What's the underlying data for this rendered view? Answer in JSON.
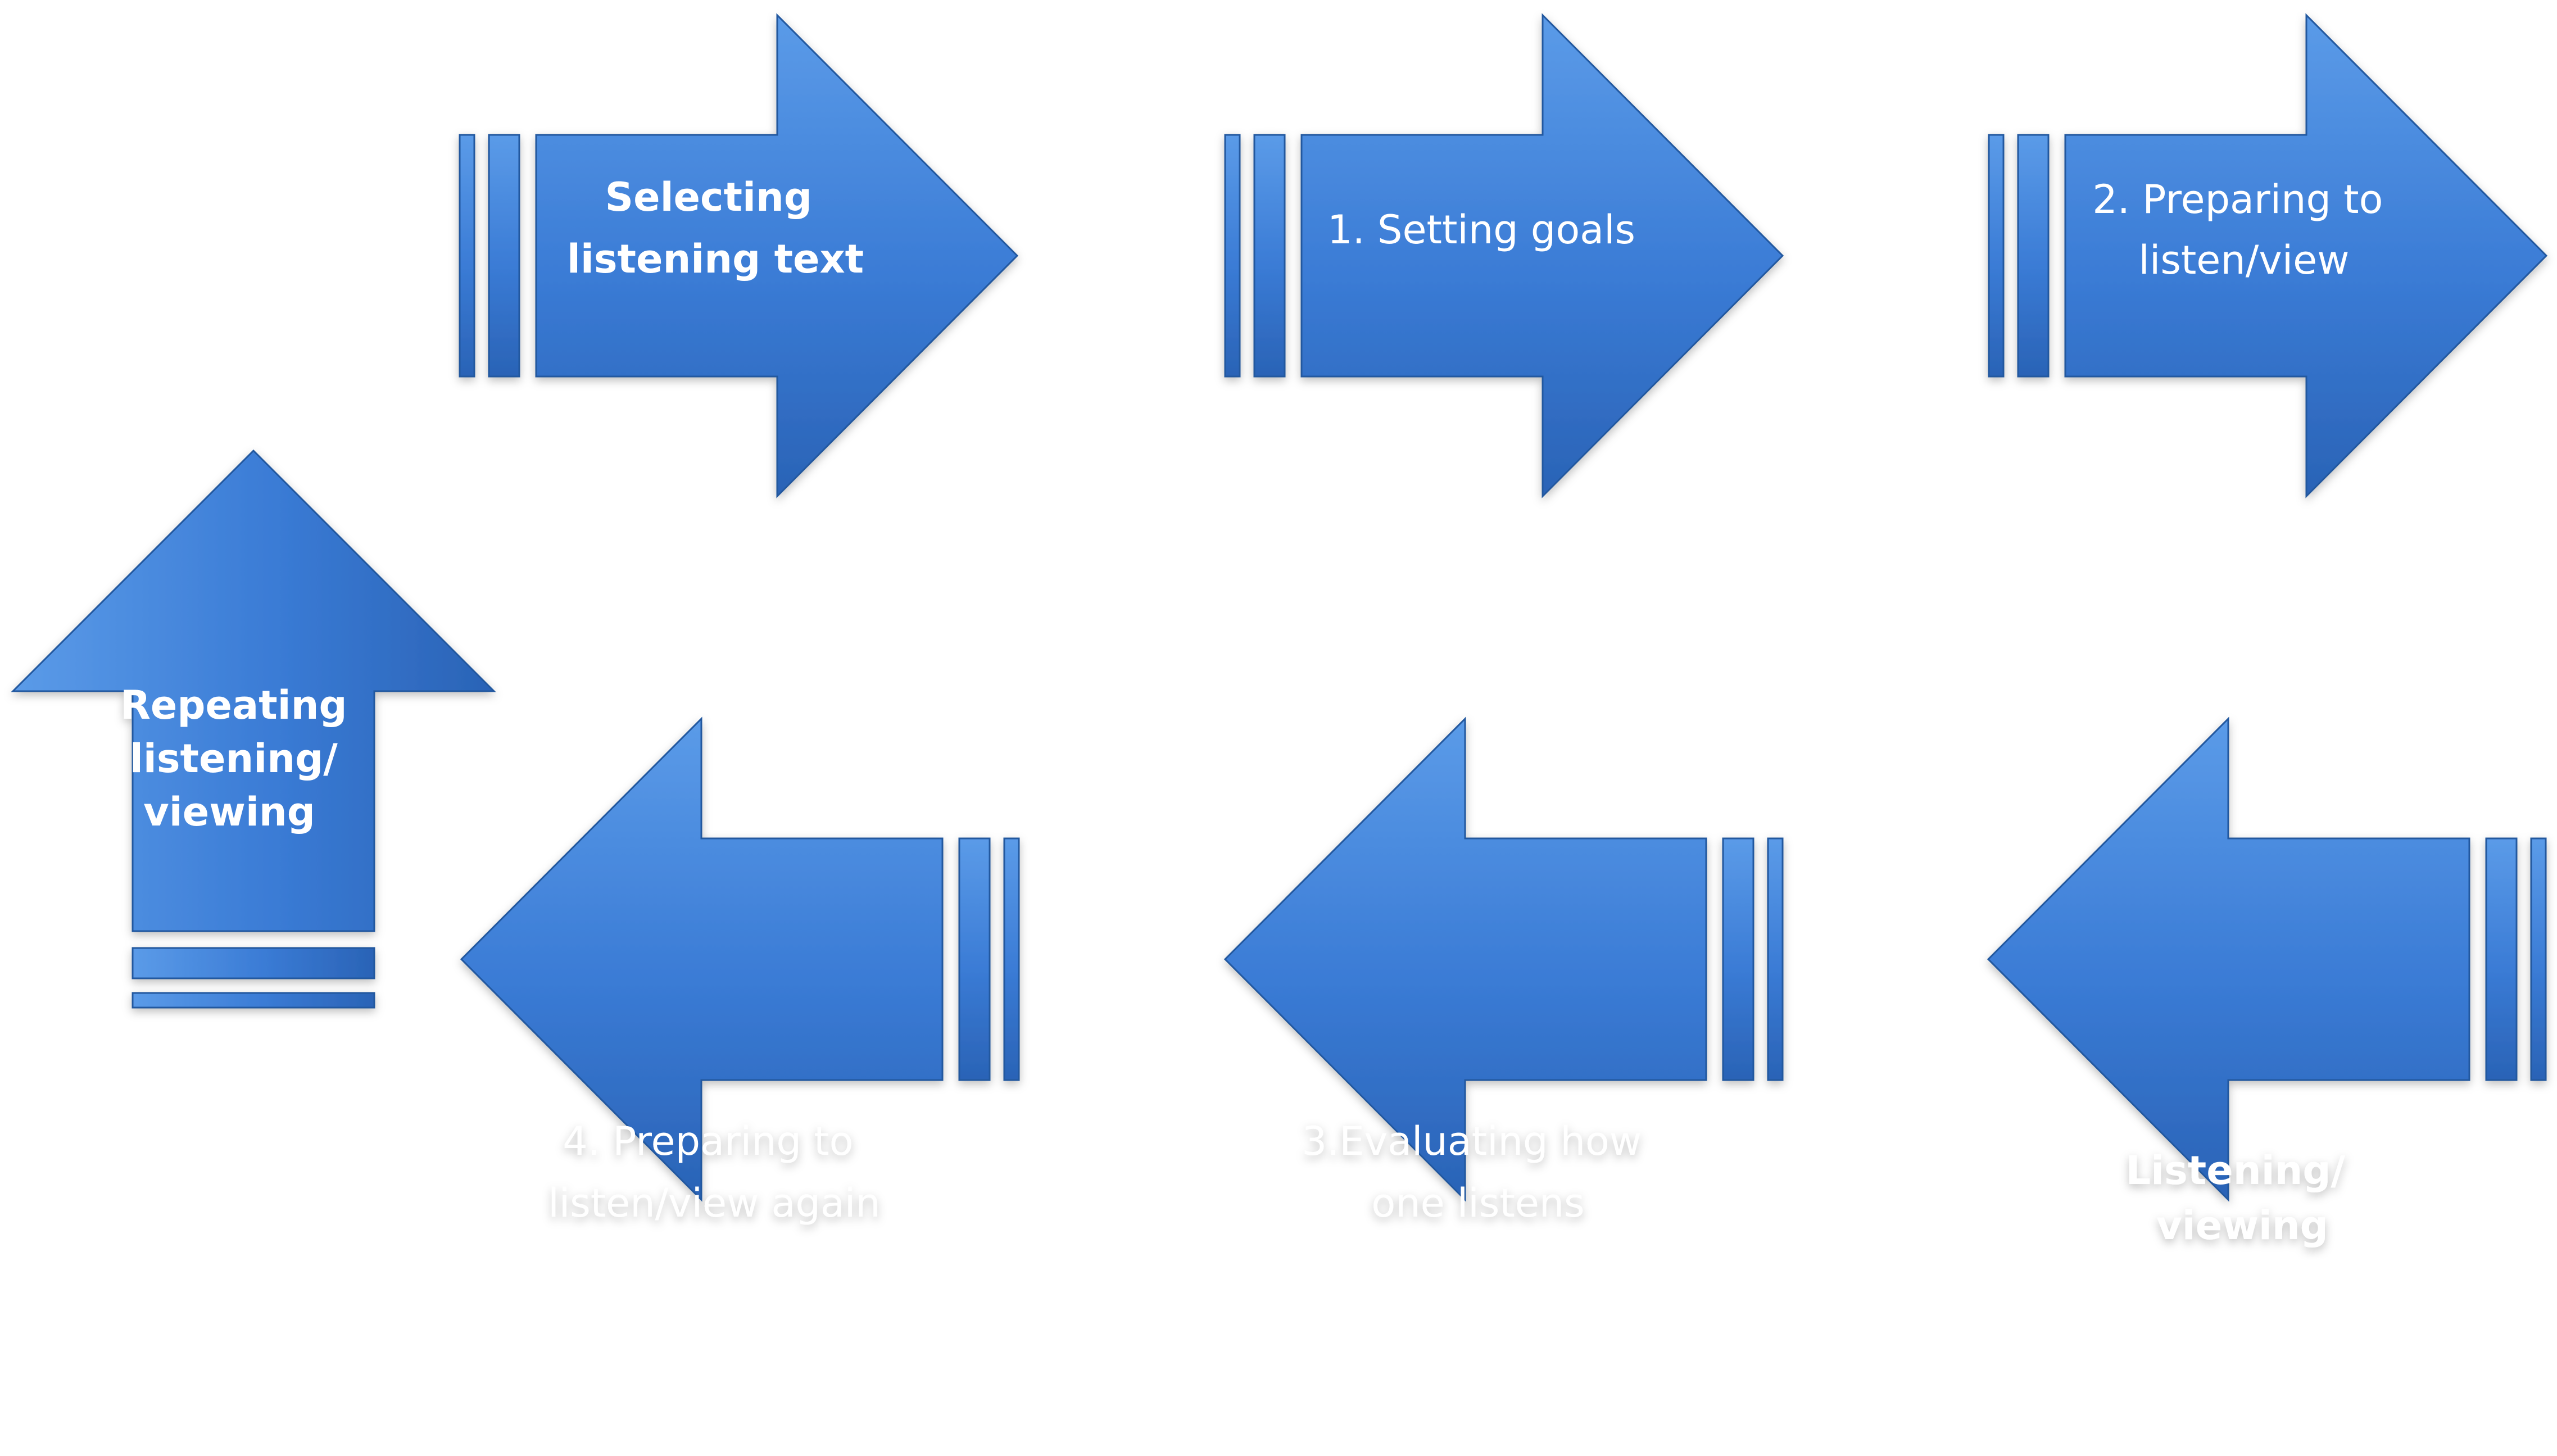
{
  "diagram": {
    "colors": {
      "arrow_fill": "#3a7bd5",
      "arrow_top": "#5b9be8",
      "arrow_bottom": "#2a63b6",
      "arrow_stroke": "#24589f",
      "label": "#ffffff"
    },
    "arrows": [
      {
        "id": "selecting-listening-text",
        "direction": "right",
        "bold": true,
        "lines": [
          "Selecting",
          "listening text"
        ]
      },
      {
        "id": "setting-goals",
        "direction": "right",
        "bold": false,
        "lines": [
          "1. Setting goals"
        ]
      },
      {
        "id": "preparing-to-listen",
        "direction": "right",
        "bold": false,
        "lines": [
          "2. Preparing to",
          "listen/view"
        ]
      },
      {
        "id": "listening-viewing",
        "direction": "left",
        "bold": true,
        "lines": [
          "Listening/",
          "viewing"
        ]
      },
      {
        "id": "evaluating",
        "direction": "left",
        "bold": false,
        "lines": [
          "3.Evaluating how",
          "one listens"
        ]
      },
      {
        "id": "preparing-again",
        "direction": "left",
        "bold": false,
        "lines": [
          "4. Preparing to",
          "listen/view again"
        ]
      },
      {
        "id": "repeating",
        "direction": "up",
        "bold": true,
        "lines": [
          "Repeating",
          "listening/",
          "viewing"
        ]
      }
    ]
  }
}
